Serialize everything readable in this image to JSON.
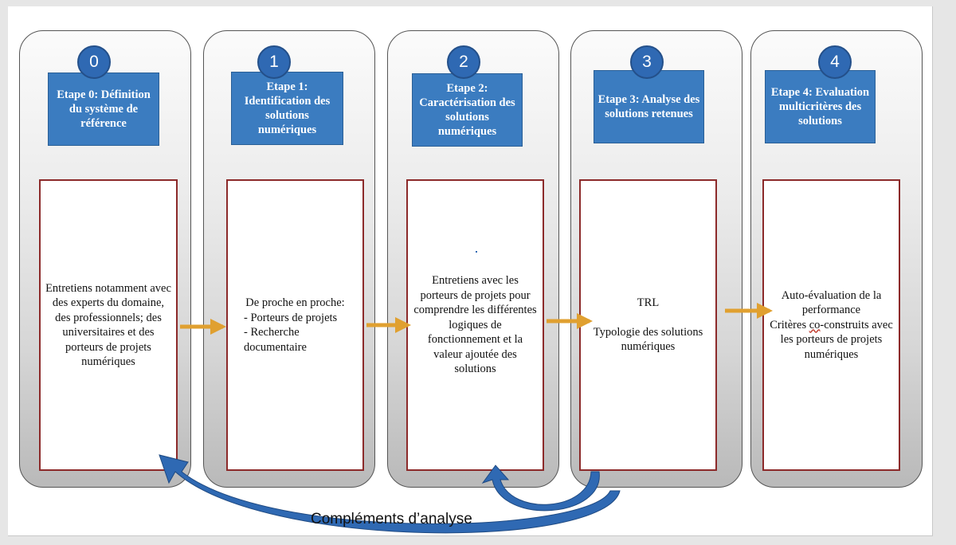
{
  "stages": [
    {
      "number": "0",
      "title": "Etape 0: Définition du système de référence",
      "content": "Entretiens notamment avec des experts du domaine, des professionnels; des universitaires et des porteurs de projets numériques"
    },
    {
      "number": "1",
      "title": "Etape 1: Identification des solutions numériques",
      "content_intro": "De proche en proche:",
      "content_items": [
        "-    Porteurs de projets",
        "-    Recherche documentaire"
      ]
    },
    {
      "number": "2",
      "title": "Etape 2: Caractérisation des solutions numériques",
      "content": "Entretiens avec les porteurs de projets pour comprendre les différentes logiques de fonctionnement et la valeur ajoutée des solutions"
    },
    {
      "number": "3",
      "title": "Etape 3: Analyse des solutions retenues",
      "content_line1": "TRL",
      "content_line2": "Typologie des solutions numériques"
    },
    {
      "number": "4",
      "title": "Etape 4: Evaluation multicritères des solutions",
      "content_line1": "Auto-évaluation de la performance",
      "content_line2_before": "Critères ",
      "content_line2_underlined": "co",
      "content_line2_after": "-construits avec les porteurs de projets numériques"
    }
  ],
  "feedback_label": "Compléments d’analyse",
  "colors": {
    "step_box": "#3b7cc0",
    "number_circle": "#2f69b3",
    "content_border": "#8c2a2a",
    "arrow": "#e0a030",
    "curved_arrow": "#2f69b3"
  }
}
